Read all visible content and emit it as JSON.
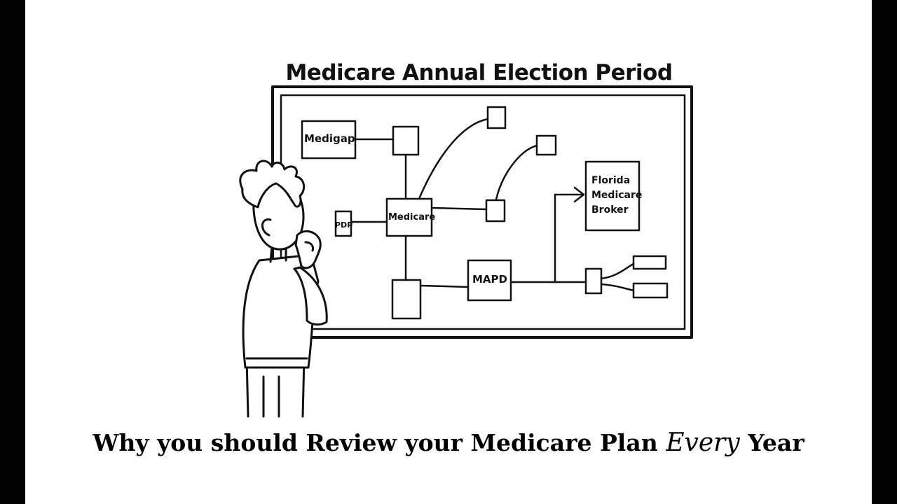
{
  "board": {
    "title": "Medicare Annual Election Period"
  },
  "nodes": {
    "medigap": "Medigap",
    "pdp": "PDP",
    "medicare": "Medicare",
    "mapd": "MAPD",
    "broker": [
      "Florida",
      "Medicare",
      "Broker"
    ]
  },
  "caption": {
    "before": "Why you should Review your Medicare Plan",
    "emphasis": "Every",
    "after": "Year"
  }
}
